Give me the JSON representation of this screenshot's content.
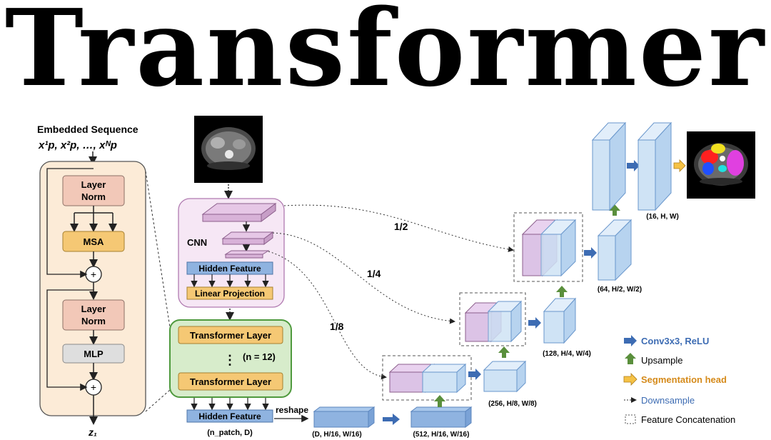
{
  "title": "Transformer",
  "encoder": {
    "embedded_sequence": "Embedded Sequence",
    "sequence_formula": "x¹p, x²p, …, xᴺp",
    "layer_norm_1": [
      "Layer",
      "Norm"
    ],
    "msa": "MSA",
    "layer_norm_2": [
      "Layer",
      "Norm"
    ],
    "mlp": "MLP",
    "plus": "+",
    "output": "z₁"
  },
  "cnn_block": {
    "label": "CNN",
    "hidden_feature": "Hidden Feature",
    "linear_projection": "Linear Projection"
  },
  "transformer_block": {
    "layer_top": "Transformer Layer",
    "layer_bottom": "Transformer Layer",
    "dots": "⋮",
    "repeat": "(n = 12)"
  },
  "bottom_row": {
    "hidden_feature": "Hidden Feature",
    "n_patch": "(n_patch, D)",
    "reshape": "reshape",
    "d_shape": "(D, H/16, W/16)",
    "c512_shape": "(512, H/16, W/16)"
  },
  "scales": {
    "half": "1/2",
    "quarter": "1/4",
    "eighth": "1/8"
  },
  "decoder": {
    "shape_256": "(256, H/8, W/8)",
    "shape_128": "(128, H/4, W/4)",
    "shape_64": "(64, H/2, W/2)",
    "shape_16": "(16, H, W)"
  },
  "legend": {
    "conv": "Conv3x3, ReLU",
    "upsample": "Upsample",
    "seg_head": "Segmentation head",
    "downsample": "Downsample",
    "concat": "Feature Concatenation"
  },
  "colors": {
    "blue_arrow": "#3d6cb3",
    "green_arrow": "#5a8f3c",
    "orange_arrow": "#e5a93a",
    "seg_head_text": "#d58a1a",
    "downsample_text": "#3d6cb3",
    "cube_blue": "#cfe3f5",
    "cube_pink": "#dcc3e6",
    "encoder_bg": "#fcebd7",
    "cnn_bg": "#f6e7f5",
    "transformer_bg": "#d7eccb"
  }
}
